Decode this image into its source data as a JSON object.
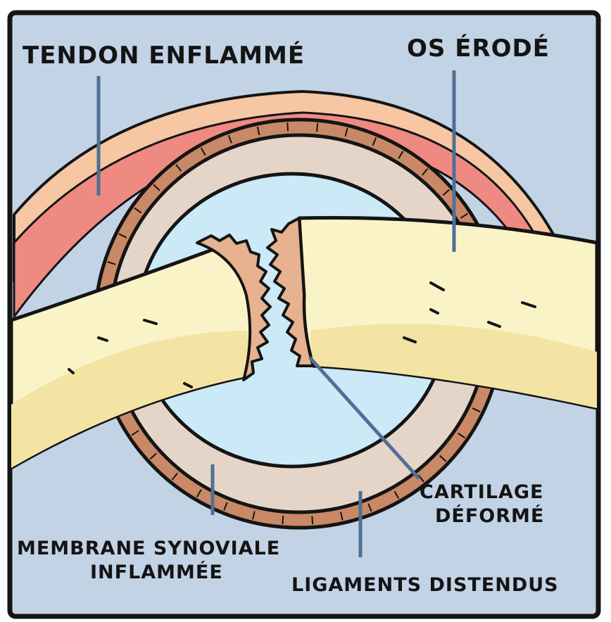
{
  "labels": {
    "tendon": "TENDON ENFLAMMÉ",
    "bone": "OS ÉRODÉ",
    "cartilage_line1": "CARTILAGE",
    "cartilage_line2": "DÉFORMÉ",
    "synovial_line1": "MEMBRANE SYNOVIALE",
    "synovial_line2": "INFLAMMÉE",
    "ligaments": "LIGAMENTS DISTENDUS"
  },
  "colors": {
    "background": "#c3d3e6",
    "frame": "#141414",
    "tendon_outer": "#f6c7a2",
    "tendon_inflamed": "#ef8a82",
    "ligament": "#c98866",
    "synovial_membrane": "#e5d5c9",
    "synovial_fluid": "#cbe9f7",
    "bone": "#fbf3c8",
    "bone_shade": "#f4e4a4",
    "cartilage": "#e6b290",
    "leader_line": "#4f6f96"
  }
}
